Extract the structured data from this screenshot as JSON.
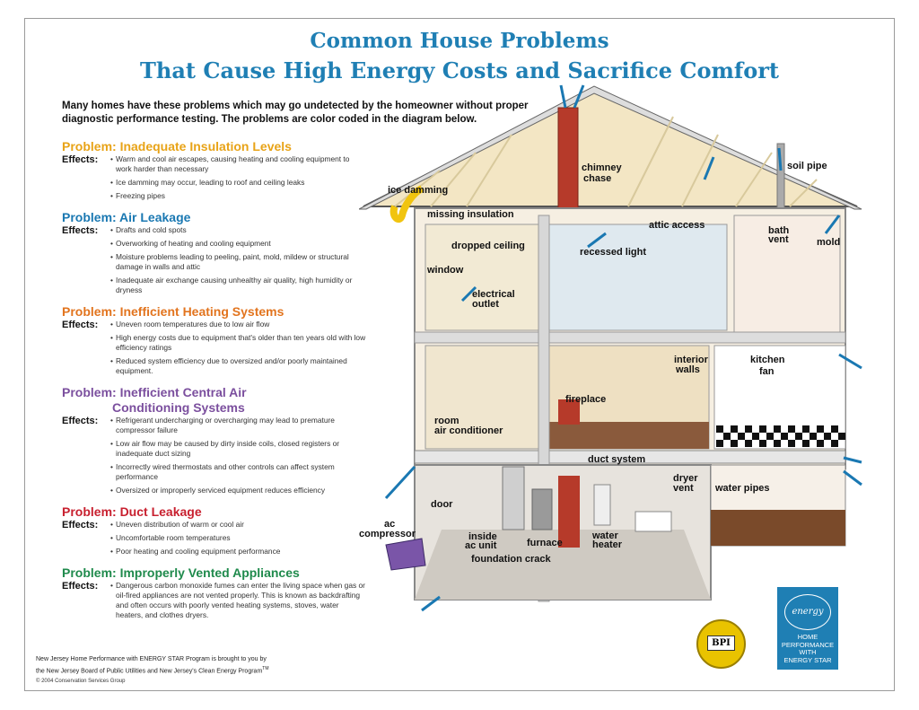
{
  "title_line1": "Common House Problems",
  "title_line2": "That Cause High Energy Costs and Sacrifice Comfort",
  "intro": "Many homes have these problems which may go undetected by the homeowner without proper diagnostic performance testing. The problems are color coded in the diagram below.",
  "effects_label": "Effects:",
  "problems": [
    {
      "title": "Problem: Inadequate Insulation Levels",
      "color": "#e8a317",
      "effects": [
        "Warm and cool air escapes, causing heating and cooling equipment to work harder than necessary",
        "Ice damming may occur, leading to roof and ceiling leaks",
        "Freezing pipes"
      ]
    },
    {
      "title": "Problem: Air Leakage",
      "color": "#1a78b2",
      "effects": [
        "Drafts and cold spots",
        "Overworking of heating and cooling equipment",
        "Moisture problems leading to peeling, paint, mold, mildew or structural damage in walls and attic",
        "Inadequate air exchange causing unhealthy air quality, high humidity or dryness"
      ]
    },
    {
      "title": "Problem: Inefficient Heating Systems",
      "color": "#e2741e",
      "effects": [
        "Uneven room temperatures due to low air flow",
        "High energy costs due to equipment that's older than ten years old with low efficiency ratings",
        "Reduced system efficiency due to oversized and/or poorly maintained equipment."
      ]
    },
    {
      "title": "Problem: Inefficient Central Air",
      "title2": "Conditioning Systems",
      "color": "#7b4f9e",
      "effects": [
        "Refrigerant undercharging or overcharging may lead to premature compressor failure",
        "Low air flow may be caused by dirty inside coils, closed registers or inadequate duct sizing",
        "Incorrectly wired thermostats and other controls can affect system performance",
        "Oversized or improperly serviced equipment reduces efficiency"
      ]
    },
    {
      "title": "Problem: Duct Leakage",
      "color": "#c8202f",
      "effects": [
        "Uneven distribution of warm or cool air",
        "Uncomfortable room temperatures",
        "Poor heating and cooling equipment performance"
      ]
    },
    {
      "title": "Problem: Improperly Vented Appliances",
      "color": "#1f8a4c",
      "effects": [
        "Dangerous carbon monoxide fumes can enter the living space when gas or oil-fired appliances are not vented properly. This is known as backdrafting and often occurs with poorly vented heating systems, stoves, water heaters, and clothes dryers."
      ]
    }
  ],
  "footer_line1": "New Jersey Home Performance with ENERGY STAR Program is brought to you by",
  "footer_line2": "the New Jersey Board of Public Utilities and New Jersey's Clean Energy Program",
  "footer_tm": "TM",
  "copyright": "© 2004 Conservation Services Group",
  "diagram_labels": {
    "soil_pipe": "soil pipe",
    "chimney1": "chimney",
    "chimney2": "chase",
    "ice_damming": "ice damming",
    "missing_insulation": "missing insulation",
    "attic_access": "attic access",
    "bath1": "bath",
    "bath2": "vent",
    "mold": "mold",
    "dropped_ceiling": "dropped ceiling",
    "recessed_light": "recessed light",
    "window": "window",
    "electrical1": "electrical",
    "electrical2": "outlet",
    "interior1": "interior",
    "interior2": "walls",
    "kitchen1": "kitchen",
    "kitchen2": "fan",
    "fireplace": "fireplace",
    "room1": "room",
    "room2": "air conditioner",
    "duct_system": "duct system",
    "dryer1": "dryer",
    "dryer2": "vent",
    "water_pipes": "water pipes",
    "door": "door",
    "ac1": "ac",
    "ac2": "compressor",
    "inside1": "inside",
    "inside2": "ac unit",
    "furnace": "furnace",
    "water1": "water",
    "water2": "heater",
    "foundation_crack": "foundation crack"
  },
  "bpi_text": "BPI",
  "energy_star": {
    "logo": "energy",
    "line1": "HOME",
    "line2": "PERFORMANCE",
    "line3": "WITH",
    "line4": "ENERGY STAR"
  },
  "colors": {
    "title": "#1f7fb4",
    "arrow": "#1a78b2",
    "roof": "#f3e6c4",
    "chimney": "#b63a2a"
  }
}
